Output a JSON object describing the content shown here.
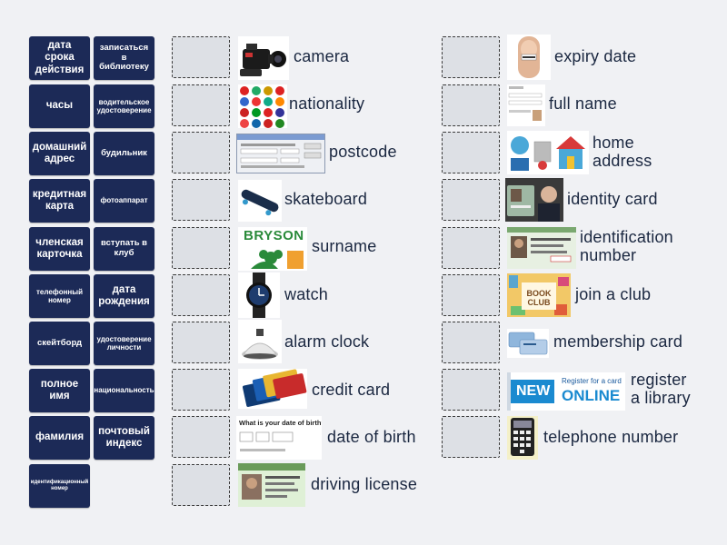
{
  "tiles": [
    "дата срока действия",
    "записаться в библиотеку",
    "часы",
    "водительское удостоверение",
    "домашний адрес",
    "будильник",
    "кредитная карта",
    "фотоаппарат",
    "членская карточка",
    "вступать в клуб",
    "телефонный номер",
    "дата рождения",
    "скейтборд",
    "удостоверение личности",
    "полное имя",
    "национальность",
    "фамилия",
    "почтовый индекс",
    "идентификационный номер"
  ],
  "left_items": [
    {
      "label": "camera",
      "icon": "camera-icon"
    },
    {
      "label": "nationality",
      "icon": "flags-icon"
    },
    {
      "label": "postcode",
      "icon": "form-window-icon"
    },
    {
      "label": "skateboard",
      "icon": "skateboard-icon"
    },
    {
      "label": "surname",
      "icon": "surname-shirt-icon"
    },
    {
      "label": "watch",
      "icon": "watch-icon"
    },
    {
      "label": "alarm clock",
      "icon": "alarm-clock-icon"
    },
    {
      "label": "credit card",
      "icon": "credit-cards-icon"
    },
    {
      "label": "date of birth",
      "icon": "birth-date-form-icon"
    },
    {
      "label": "driving license",
      "icon": "driving-license-icon"
    }
  ],
  "right_items": [
    {
      "label": "expiry date",
      "icon": "fingertip-icon"
    },
    {
      "label": "full name",
      "icon": "name-form-icon"
    },
    {
      "label": "home address",
      "label_lines": [
        "home",
        "address"
      ],
      "icon": "home-address-icon"
    },
    {
      "label": "identity card",
      "icon": "id-card-icon"
    },
    {
      "label": "identification number",
      "label_lines": [
        "identification",
        "number"
      ],
      "icon": "id-number-card-icon"
    },
    {
      "label": "join a club",
      "icon": "book-club-icon"
    },
    {
      "label": "membership card",
      "icon": "membership-cards-icon"
    },
    {
      "label": "register a library",
      "label_lines": [
        "register",
        "a library"
      ],
      "icon": "register-online-icon"
    },
    {
      "label": "telephone number",
      "icon": "phone-keypad-icon"
    }
  ],
  "image_text": {
    "surname": "BRYSON",
    "date_of_birth_q": "What is your date of birth?",
    "book_club": "BOOK CLUB",
    "register_top": "Register for a card",
    "register_new": "NEW",
    "register_online": "ONLINE"
  }
}
